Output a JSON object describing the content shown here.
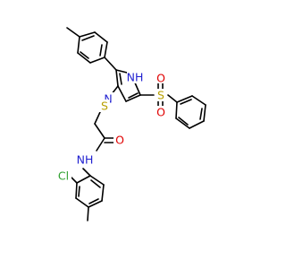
{
  "molecule": {
    "labels": {
      "nh_imidazole": "NH",
      "n_imidazole": "N",
      "thioether_s": "S",
      "sulfonyl_s": "S",
      "sulfonyl_o_top": "O",
      "sulfonyl_o_bottom": "O",
      "carbonyl_o": "O",
      "amide_nh": "NH",
      "chloro": "Cl"
    },
    "colors": {
      "bond": "#000000",
      "nitrogen": "#1f1fd0",
      "sulfur": "#b8a000",
      "oxygen": "#e00000",
      "chlorine": "#2ea02e"
    }
  }
}
